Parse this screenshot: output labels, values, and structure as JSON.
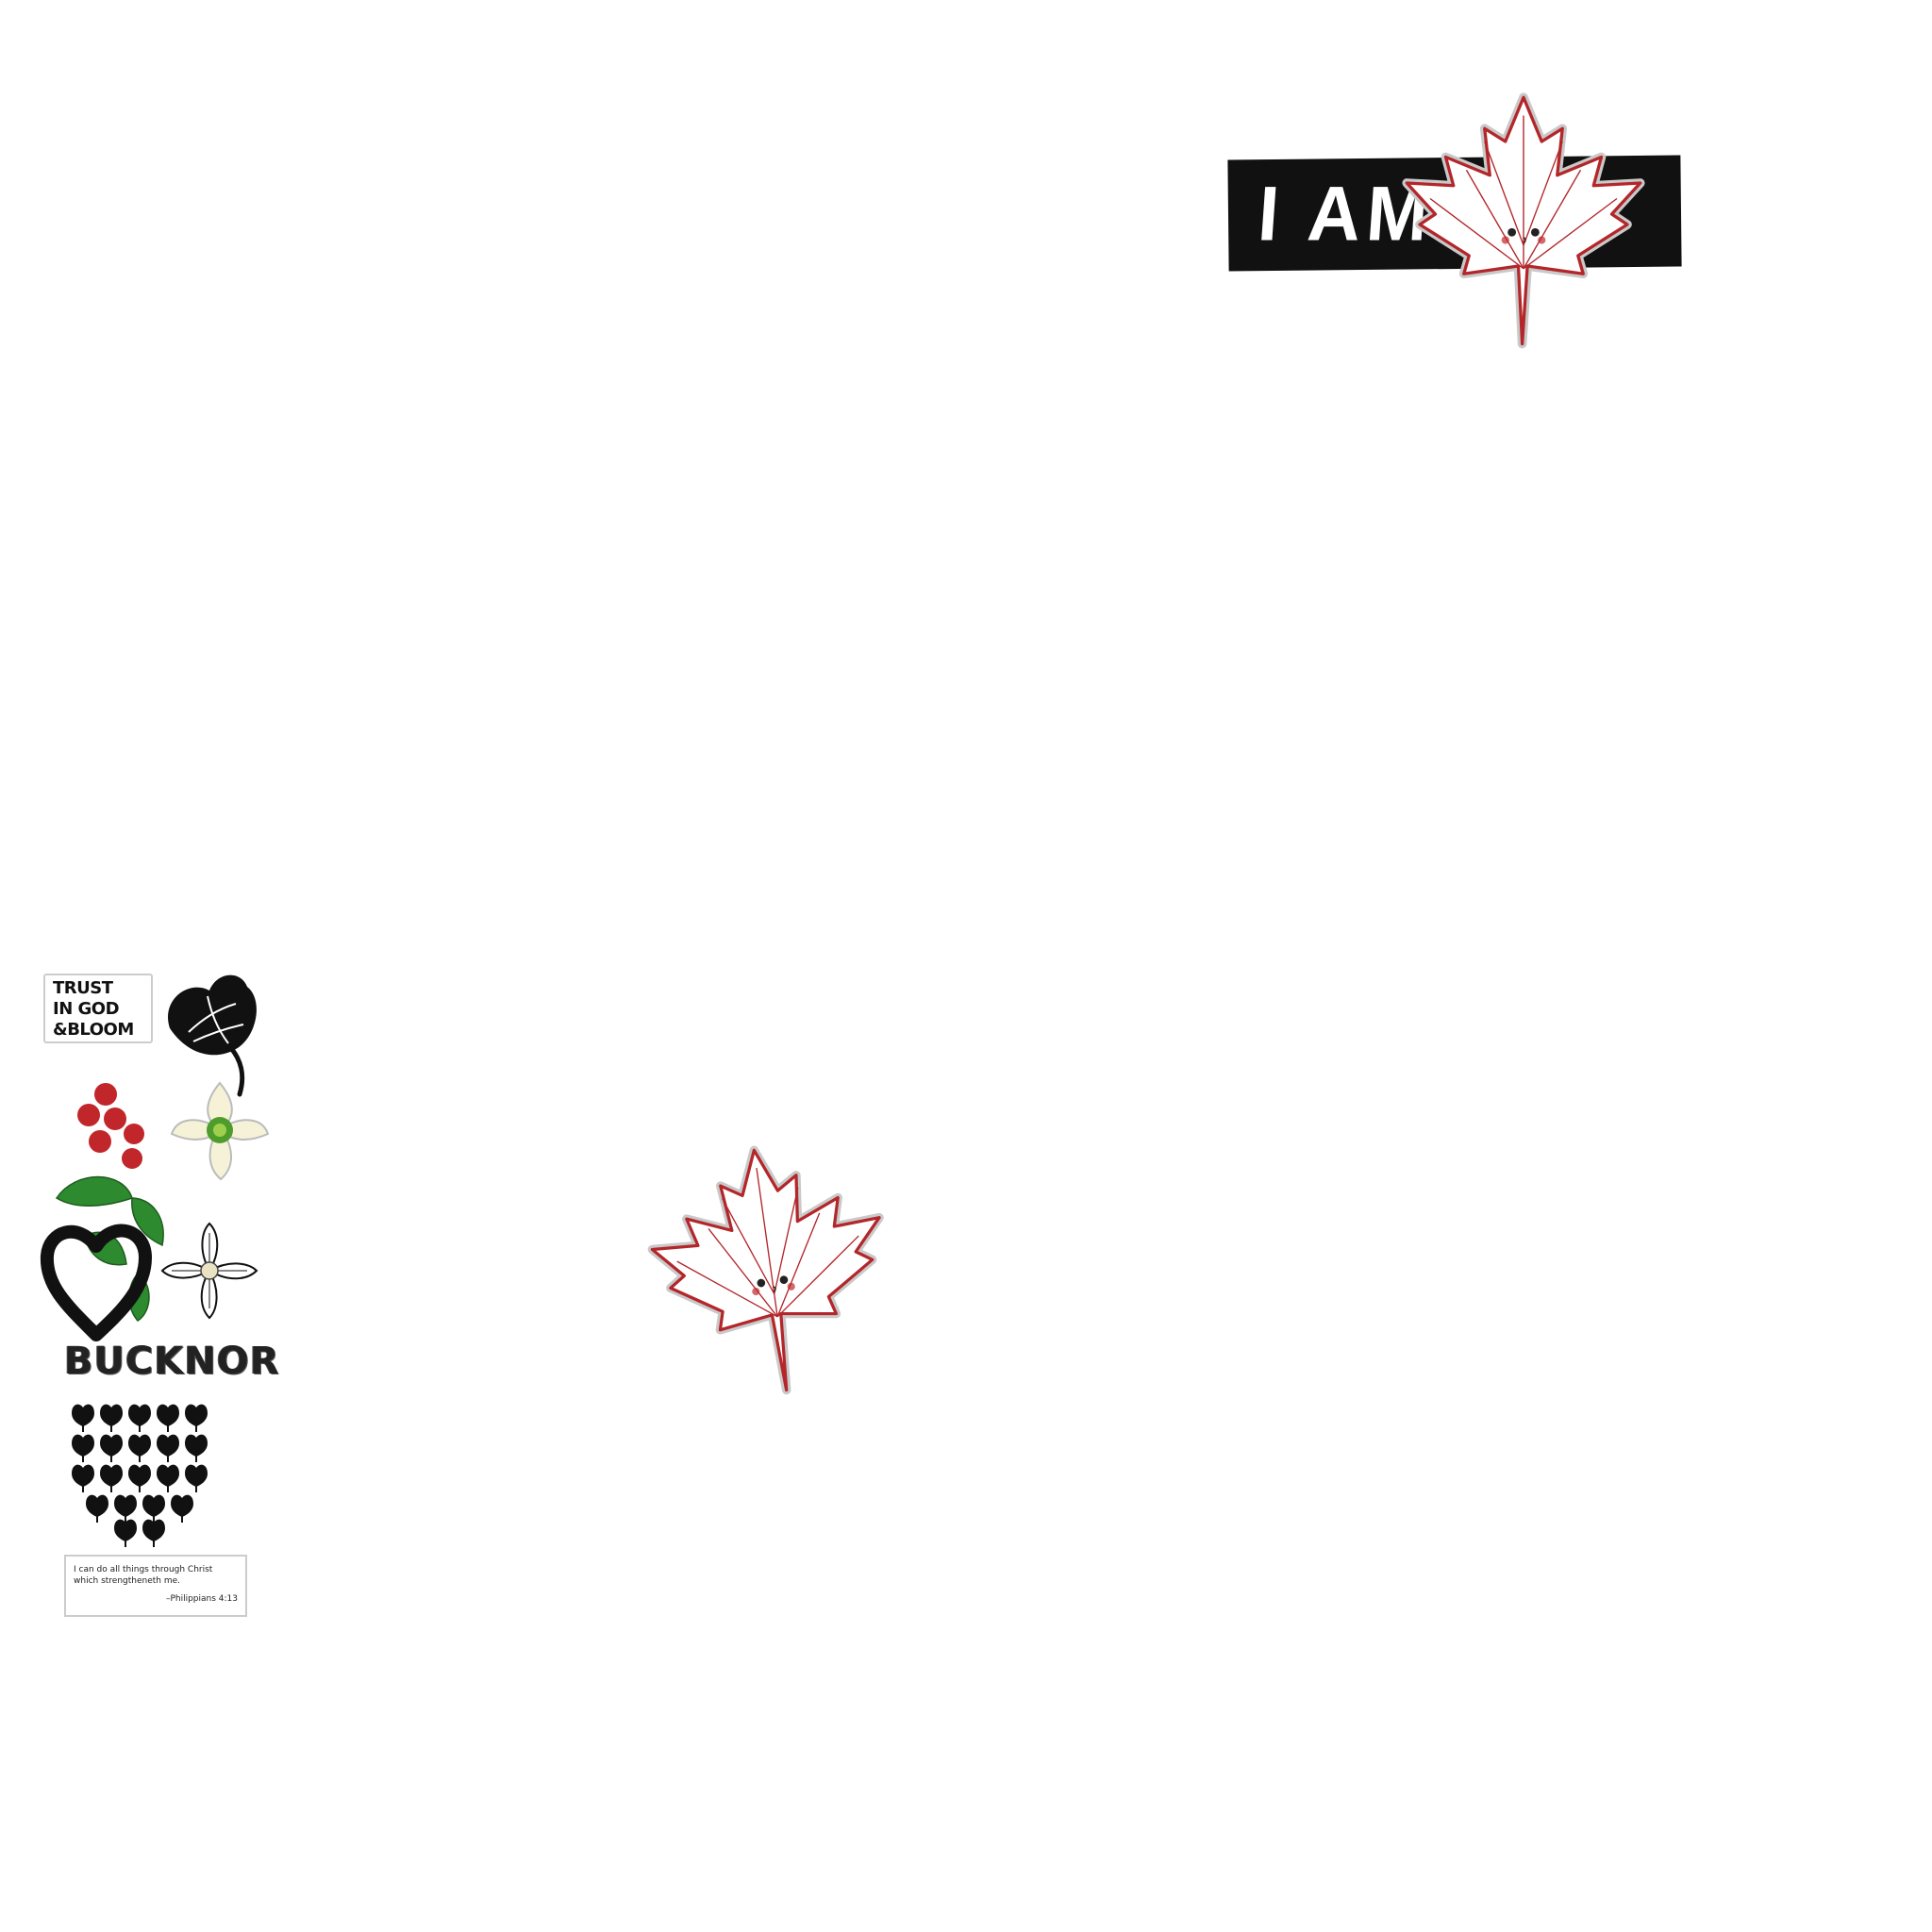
{
  "stickers": {
    "iam_banner": {
      "text": "I AM",
      "icon": "maple-leaf-face-icon"
    },
    "maple_leaf": {
      "icon": "maple-leaf-face-icon"
    },
    "sheet": {
      "trust_text": "TRUST\nIN GOD\n&BLOOM",
      "brand": "BUCKNOR",
      "verse": {
        "line1": "I can do all things through Christ",
        "line2": "which strengtheneth me.",
        "reference": "–Philippians 4:13"
      },
      "icons": [
        "tulip-icon",
        "red-berries-icon",
        "white-flower-icon",
        "heart-icon",
        "green-leaves-icon",
        "striped-flower-icon",
        "tulip-pattern-icon"
      ]
    }
  },
  "colors": {
    "leaf_red": "#b3262a",
    "berry_red": "#c1262a",
    "leaf_green": "#2d8a2f",
    "ink": "#111111"
  }
}
